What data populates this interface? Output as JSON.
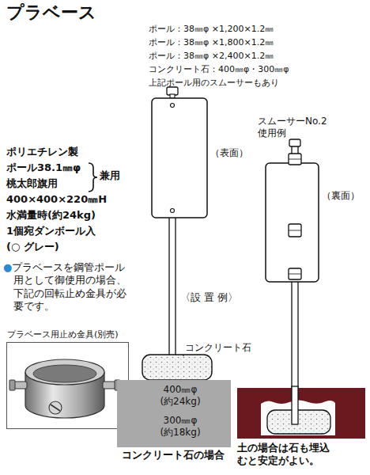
{
  "diagram": {
    "title": "プラベース",
    "nodes": [
      {
        "text": [
          "プラベース用止め金具(別売)"
        ]
      },
      {
        "text": [
          "400㎜φ (約24kg)",
          "300㎜φ (約18kg)"
        ]
      }
    ],
    "labels": [
      "ポール：38㎜φ ×1,200×1.2㎜",
      "ポール：38㎜φ ×1,800×1.2㎜",
      "ポール：38㎜φ ×2,400×1.2㎜",
      "コンクリート石：400㎜φ・300㎜φ",
      "上記ポール用のスムーサーもあり",
      "スムーサーNo.2 使用例",
      "（表面）",
      "（裏面）",
      "ポリエチレン製",
      "ポール38.1㎜φ",
      "桃太郎旗用",
      "兼用",
      "400×400×220㎜H",
      "水満量時(約24kg)",
      "1個宛ダンボール入",
      "(○ グレー)",
      "●プラベースを鋼管ポール用として御使用の場合、下記の回転止め金具が必要です。",
      "〈設 置 例〉",
      "コンクリート石",
      "コンクリート石の場合",
      "土の場合は石も埋込むと安定がよい。"
    ]
  }
}
